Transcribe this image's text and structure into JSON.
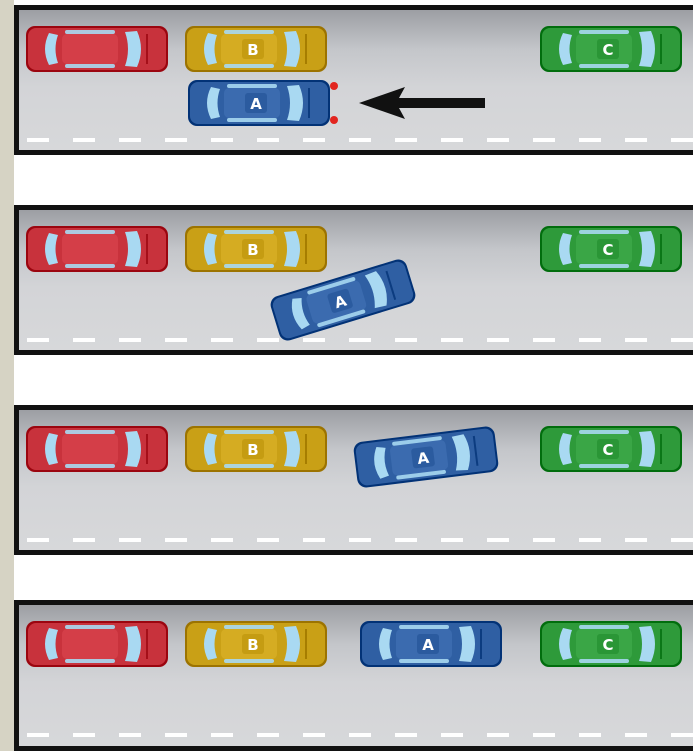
{
  "colors": {
    "red_car": "#c8323c",
    "yellow_car": "#c9a016",
    "blue_car": "#2f5fa3",
    "green_car": "#2e9a3a",
    "glass": "#a9d9f2",
    "road_top": "#9c9ea3",
    "road_bottom": "#d7d8da",
    "lane_line": "#ffffff",
    "arrow": "#111111",
    "brake_light": "#e2251f"
  },
  "cars": {
    "red": {
      "label": ""
    },
    "yellow": {
      "label": "B"
    },
    "blue": {
      "label": "A"
    },
    "green": {
      "label": "C"
    }
  },
  "panels": [
    {
      "step": 1,
      "blue_car": "pulled alongside B, brake lights on",
      "arrow_icon": "left-arrow-icon"
    },
    {
      "step": 2,
      "blue_car": "reversing into space at an angle"
    },
    {
      "step": 3,
      "blue_car": "straightening inside the space"
    },
    {
      "step": 4,
      "blue_car": "parked between B and C"
    }
  ]
}
